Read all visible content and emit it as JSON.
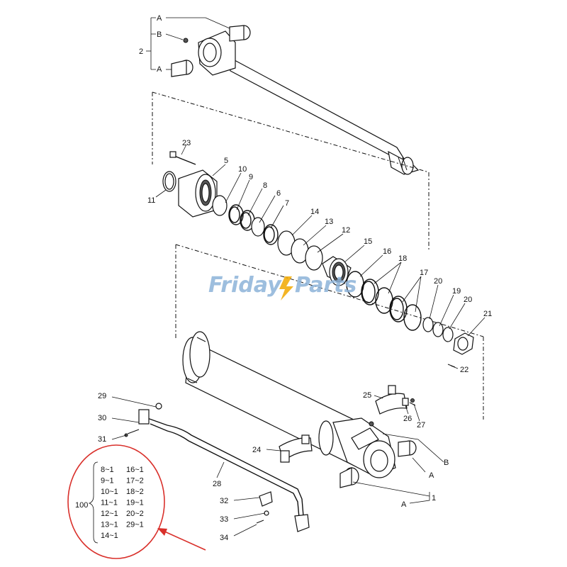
{
  "watermark": {
    "brand_left": "Friday",
    "brand_right": "Parts",
    "color_left": "#8db3d9",
    "color_right": "#8db3d9",
    "accent": "#f2a900"
  },
  "highlight": {
    "circle_color": "#d9302b",
    "arrow_color": "#d9302b"
  },
  "callouts": {
    "A_top": "A",
    "B": "B",
    "A_mid": "A",
    "n2": "2",
    "n23": "23",
    "n5": "5",
    "n11": "11",
    "n10": "10",
    "n9": "9",
    "n8": "8",
    "n6": "6",
    "n7": "7",
    "n14": "14",
    "n13": "13",
    "n12": "12",
    "n15": "15",
    "n16": "16",
    "n18": "18",
    "n17": "17",
    "n20a": "20",
    "n19": "19",
    "n20b": "20",
    "n21": "21",
    "n22": "22",
    "n25": "25",
    "n26": "26",
    "n27": "27",
    "n29": "29",
    "n30": "30",
    "n31": "31",
    "n24": "24",
    "n28": "28",
    "n32": "32",
    "n33": "33",
    "n34": "34",
    "A_r": "A",
    "B_r": "B",
    "A_bot": "A",
    "n1": "1"
  },
  "kit": {
    "label": "100",
    "col1": [
      "8~1",
      "9~1",
      "10~1",
      "11~1",
      "12~1",
      "13~1",
      "14~1"
    ],
    "col2": [
      "16~1",
      "17~2",
      "18~2",
      "19~1",
      "20~2",
      "29~1"
    ]
  }
}
